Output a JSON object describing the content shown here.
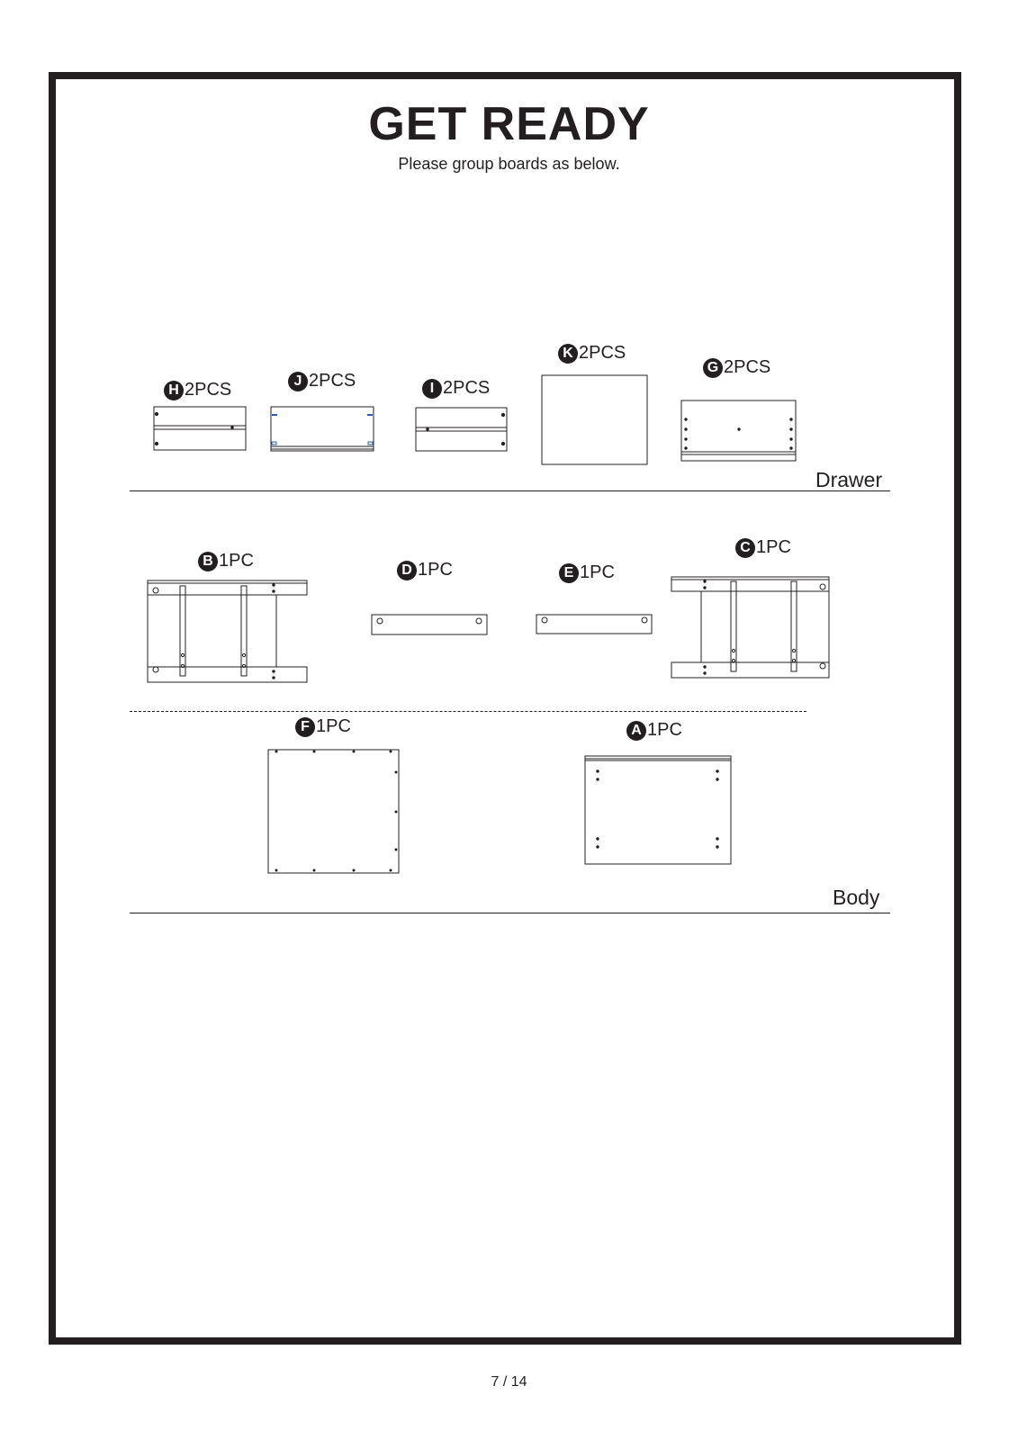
{
  "header": {
    "title": "GET READY",
    "subtitle": "Please group boards as below."
  },
  "sections": {
    "drawer": "Drawer",
    "body": "Body"
  },
  "parts": {
    "H": {
      "letter": "H",
      "qty": "2PCS"
    },
    "J": {
      "letter": "J",
      "qty": "2PCS"
    },
    "I": {
      "letter": "I",
      "qty": "2PCS"
    },
    "K": {
      "letter": "K",
      "qty": "2PCS"
    },
    "G": {
      "letter": "G",
      "qty": "2PCS"
    },
    "B": {
      "letter": "B",
      "qty": "1PC"
    },
    "D": {
      "letter": "D",
      "qty": "1PC"
    },
    "E": {
      "letter": "E",
      "qty": "1PC"
    },
    "C": {
      "letter": "C",
      "qty": "1PC"
    },
    "F": {
      "letter": "F",
      "qty": "1PC"
    },
    "A": {
      "letter": "A",
      "qty": "1PC"
    }
  },
  "footer": {
    "page": "7 / 14"
  },
  "colors": {
    "ink": "#231f20",
    "accent_blue": "#2a5fb0"
  }
}
